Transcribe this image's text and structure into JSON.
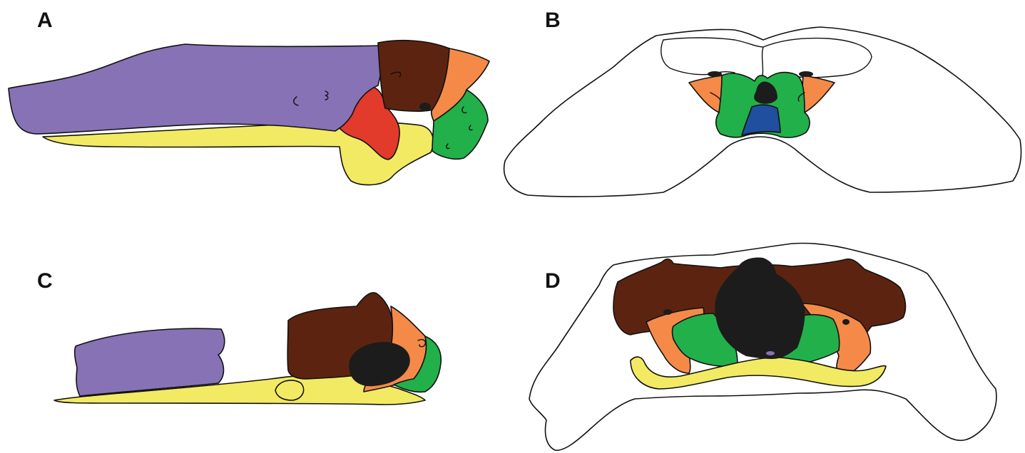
{
  "panels": [
    {
      "id": "A",
      "label": "A"
    },
    {
      "id": "B",
      "label": "B"
    },
    {
      "id": "C",
      "label": "C"
    },
    {
      "id": "D",
      "label": "D"
    }
  ],
  "colors": {
    "purple": "#8672b5",
    "yellow": "#f2ea63",
    "red": "#e23a2b",
    "brown": "#5c2410",
    "orange": "#f58a48",
    "green": "#22b04a",
    "blue": "#1f4f9e",
    "black": "#1c1c1c",
    "outline": "#111111",
    "background": "#ffffff"
  }
}
